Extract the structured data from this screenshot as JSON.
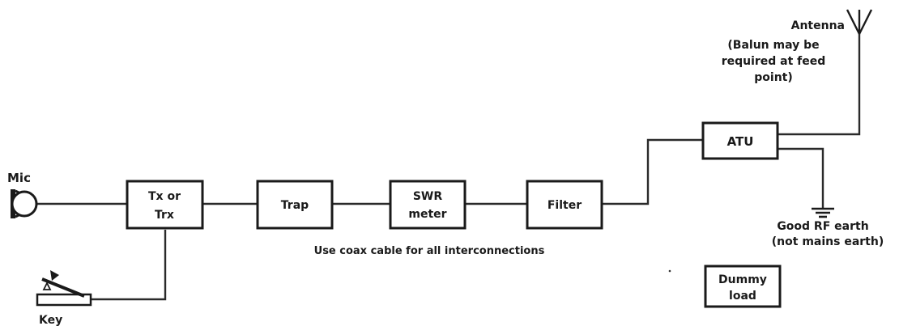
{
  "labels": {
    "mic": "Mic",
    "key": "Key",
    "antenna": "Antenna",
    "balun_line1": "(Balun may be",
    "balun_line2": "required at feed",
    "balun_line3": "point)",
    "earth_line1": "Good RF earth",
    "earth_line2": "(not mains earth)",
    "note": "Use coax cable for all interconnections"
  },
  "boxes": {
    "tx_line1": "Tx or",
    "tx_line2": "Trx",
    "trap": "Trap",
    "swr_line1": "SWR",
    "swr_line2": "meter",
    "filter": "Filter",
    "atu": "ATU",
    "dummy_line1": "Dummy",
    "dummy_line2": "load"
  }
}
